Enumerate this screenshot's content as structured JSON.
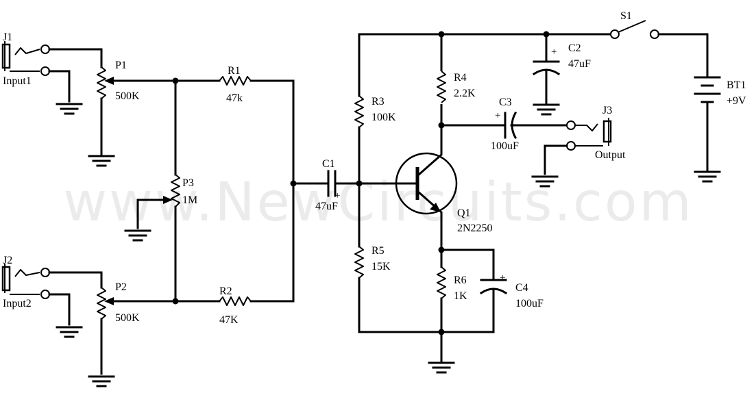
{
  "watermark": "www.NewCircuits.com",
  "components": {
    "J1": {
      "ref": "J1",
      "label": "Input1"
    },
    "J2": {
      "ref": "J2",
      "label": "Input2"
    },
    "J3": {
      "ref": "J3",
      "label": "Output"
    },
    "P1": {
      "ref": "P1",
      "value": "500K"
    },
    "P2": {
      "ref": "P2",
      "value": "500K"
    },
    "P3": {
      "ref": "P3",
      "value": "1M"
    },
    "R1": {
      "ref": "R1",
      "value": "47k"
    },
    "R2": {
      "ref": "R2",
      "value": "47K"
    },
    "R3": {
      "ref": "R3",
      "value": "100K"
    },
    "R4": {
      "ref": "R4",
      "value": "2.2K"
    },
    "R5": {
      "ref": "R5",
      "value": "15K"
    },
    "R6": {
      "ref": "R6",
      "value": "1K"
    },
    "C1": {
      "ref": "C1",
      "value": "47uF"
    },
    "C2": {
      "ref": "C2",
      "value": "47uF"
    },
    "C3": {
      "ref": "C3",
      "value": "100uF"
    },
    "C4": {
      "ref": "C4",
      "value": "100uF"
    },
    "Q1": {
      "ref": "Q1",
      "part": "2N2250"
    },
    "S1": {
      "ref": "S1"
    },
    "BT1": {
      "ref": "BT1",
      "value": "+9V"
    }
  },
  "polarity_mark": "+"
}
